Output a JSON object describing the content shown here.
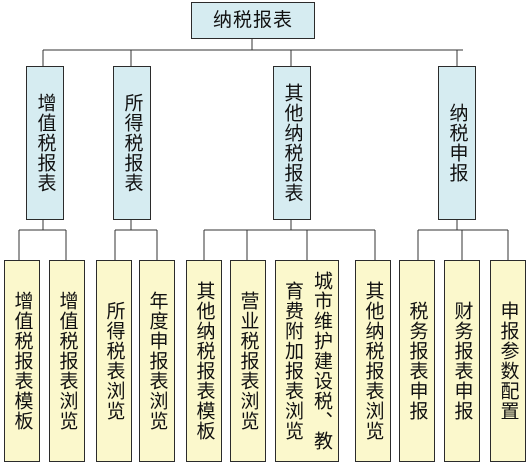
{
  "root": {
    "label": "纳税报表"
  },
  "categories": [
    {
      "label": "增值税报表",
      "children": [
        "增值税报表模板",
        "增值税报表浏览"
      ]
    },
    {
      "label": "所得税报表",
      "children": [
        "所得税表浏览",
        "年度申报表浏览"
      ]
    },
    {
      "label": "其他纳税报表",
      "children": [
        "其他纳税报表模板",
        "营业税报表浏览",
        "城市维护建设税、教育费附加报表浏览",
        "其他纳税报表浏览"
      ]
    },
    {
      "label": "纳税申报",
      "children": [
        "税务报表申报",
        "财务报表申报",
        "申报参数配置"
      ]
    }
  ],
  "colors": {
    "category_fill": "#d6ecf1",
    "leaf_fill": "#fbf8cc",
    "border": "#2b2b2b",
    "connector": "#333333"
  }
}
